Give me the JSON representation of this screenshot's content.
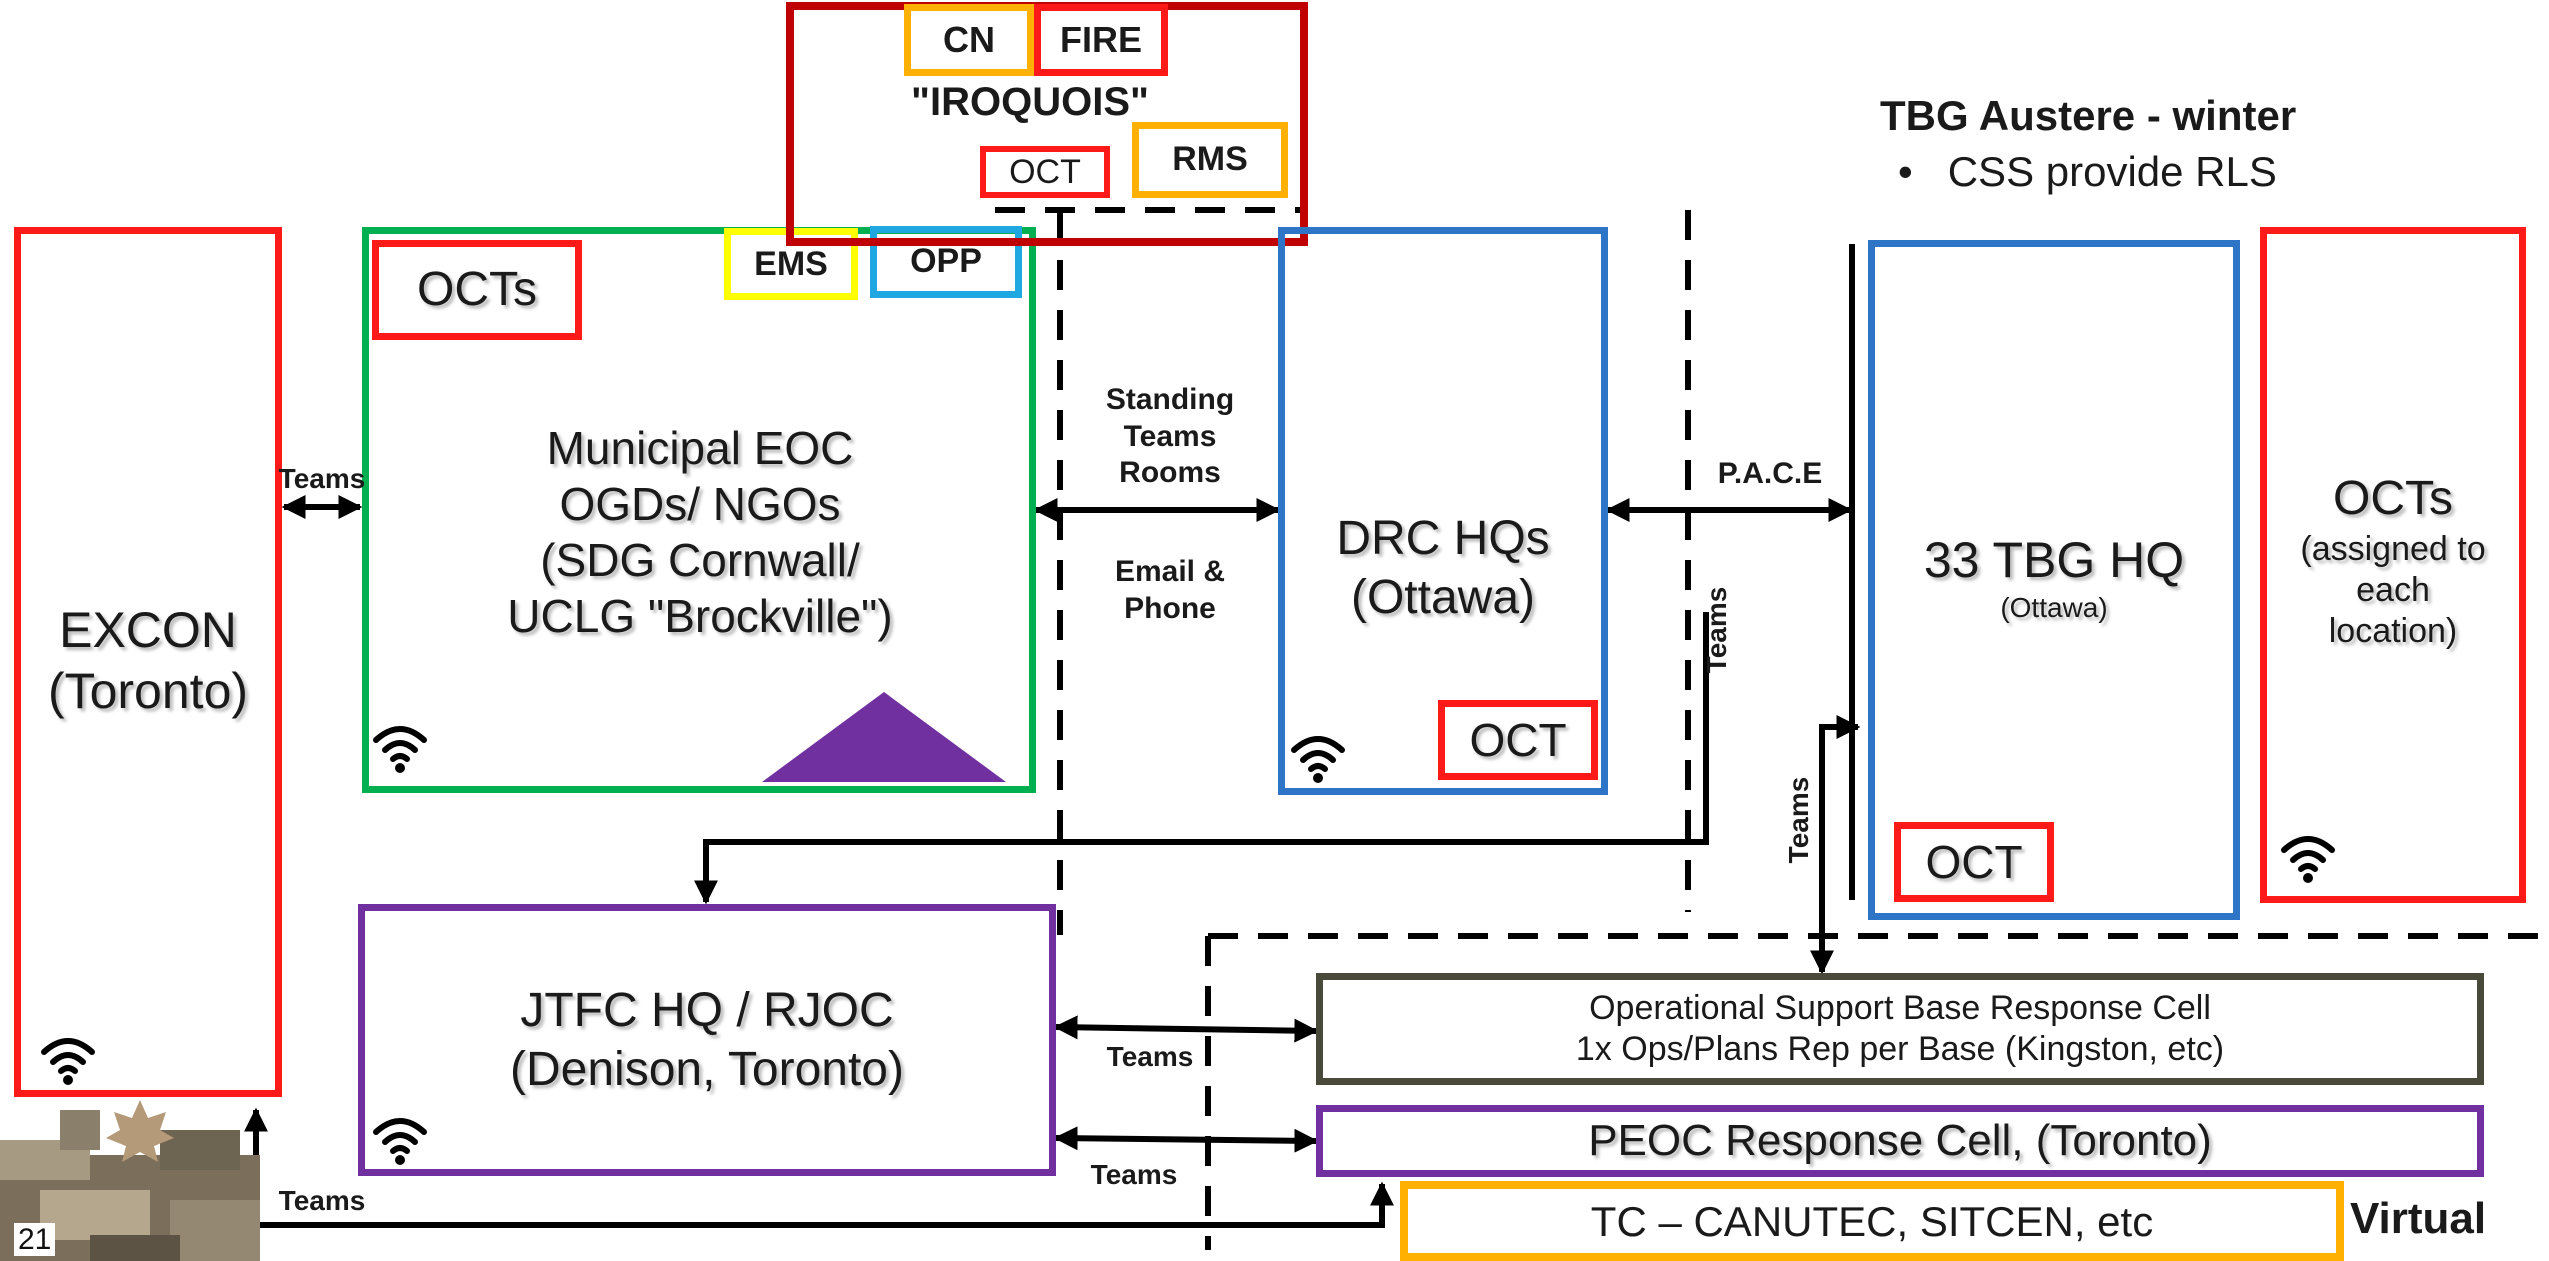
{
  "colors": {
    "red": "#ff1a1a",
    "dark_red": "#c00000",
    "green": "#00b050",
    "blue": "#2e75c7",
    "purple": "#7030a0",
    "orange": "#ffb000",
    "yellow": "#ffff00",
    "cyan": "#1ea7e1",
    "olive": "#4a4a3a",
    "black": "#000000"
  },
  "icons": [
    "wifi-icon",
    "triangle-icon",
    "maple-leaf-icon"
  ],
  "excon": {
    "line1": "EXCON",
    "line2": "(Toronto)"
  },
  "municipal": {
    "line1": "Municipal EOC",
    "line2": "OGDs/ NGOs",
    "line3": "(SDG Cornwall/",
    "line4": "UCLG \"Brockville\")",
    "octs": "OCTs",
    "ems": "EMS",
    "opp": "OPP"
  },
  "iroquois": {
    "title": "\"IROQUOIS\"",
    "cn": "CN",
    "fire": "FIRE",
    "oct": "OCT",
    "rms": "RMS"
  },
  "drc": {
    "line1": "DRC HQs",
    "line2": "(Ottawa)",
    "oct": "OCT"
  },
  "tbg": {
    "line1": "33 TBG HQ",
    "line2": "(Ottawa)",
    "oct": "OCT"
  },
  "octs_right": {
    "line1": "OCTs",
    "line2": "(assigned to",
    "line3": "each",
    "line4": "location)"
  },
  "austere": {
    "title": "TBG Austere - winter",
    "bullet": "CSS provide RLS"
  },
  "jtfc": {
    "line1": "JTFC HQ / RJOC",
    "line2": "(Denison, Toronto)"
  },
  "osb": {
    "line1": "Operational Support Base Response Cell",
    "line2": "1x Ops/Plans Rep per Base (Kingston, etc)"
  },
  "peoc": {
    "label": "PEOC Response Cell, (Toronto)"
  },
  "tc": {
    "label": "TC – CANUTEC, SITCEN, etc"
  },
  "virtual": "Virtual",
  "labels": {
    "teams_excon": "Teams",
    "standing1": "Standing",
    "standing2": "Teams",
    "standing3": "Rooms",
    "email1": "Email &",
    "email2": "Phone",
    "pace": "P.A.C.E",
    "teams_vert_upper": "Teams",
    "teams_vert_lower": "Teams",
    "teams_jtfc_osb": "Teams",
    "teams_jtfc_peoc": "Teams",
    "teams_bottom": "Teams"
  },
  "page_number": "21"
}
